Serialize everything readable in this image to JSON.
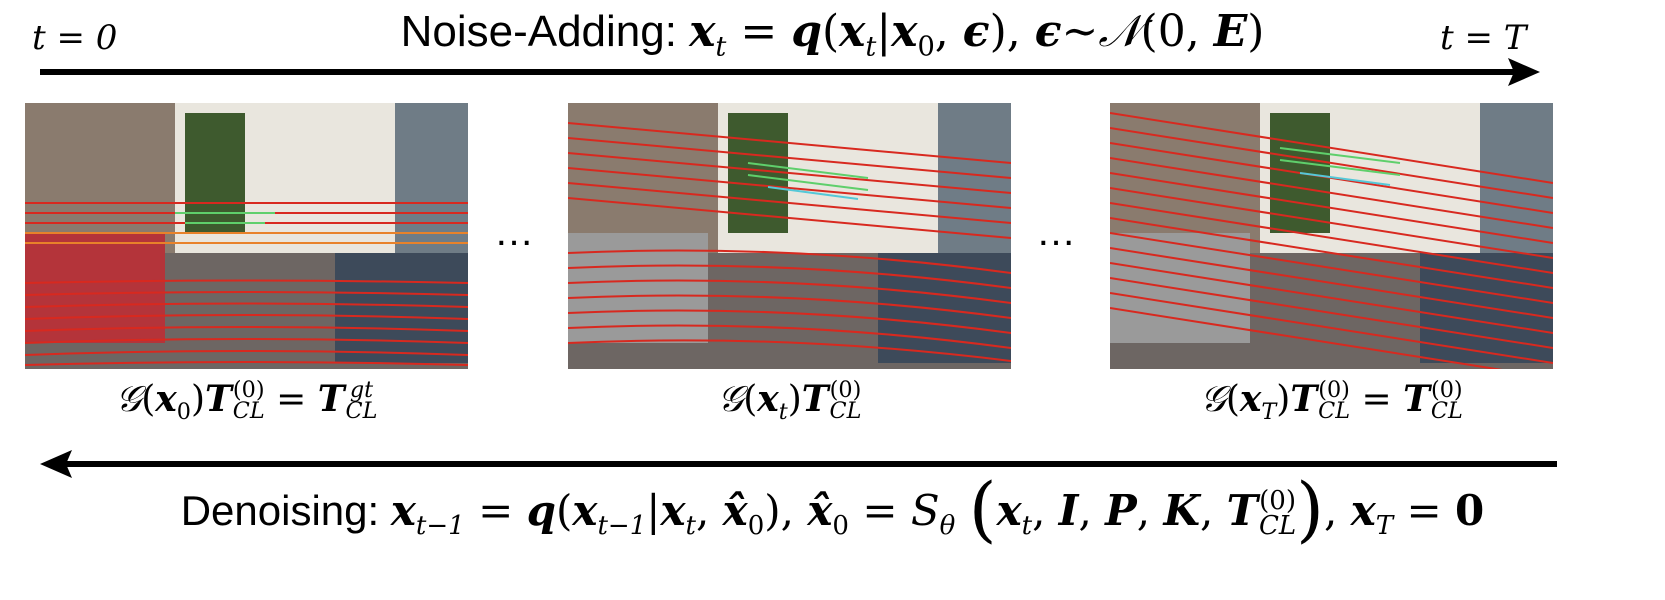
{
  "top": {
    "t_start": "t = 0",
    "t_end": "t = T",
    "title_prefix": "Noise-Adding: "
  },
  "bottom": {
    "title_prefix": "Denoising: "
  },
  "ellipsis": "…",
  "panels": [
    {
      "name": "panel-x0",
      "caption": "G(x0)T(0)CL = TgtCL"
    },
    {
      "name": "panel-xt",
      "caption": "G(xt)T(0)CL"
    },
    {
      "name": "panel-xT",
      "caption": "G(xT)T(0)CL = T(0)CL"
    }
  ],
  "colors": {
    "arrow": "#000000",
    "lidar_red": "#d8291f",
    "lidar_orange": "#e8822a",
    "lidar_green": "#5fcf6b",
    "lidar_cyan": "#55c8d8"
  }
}
